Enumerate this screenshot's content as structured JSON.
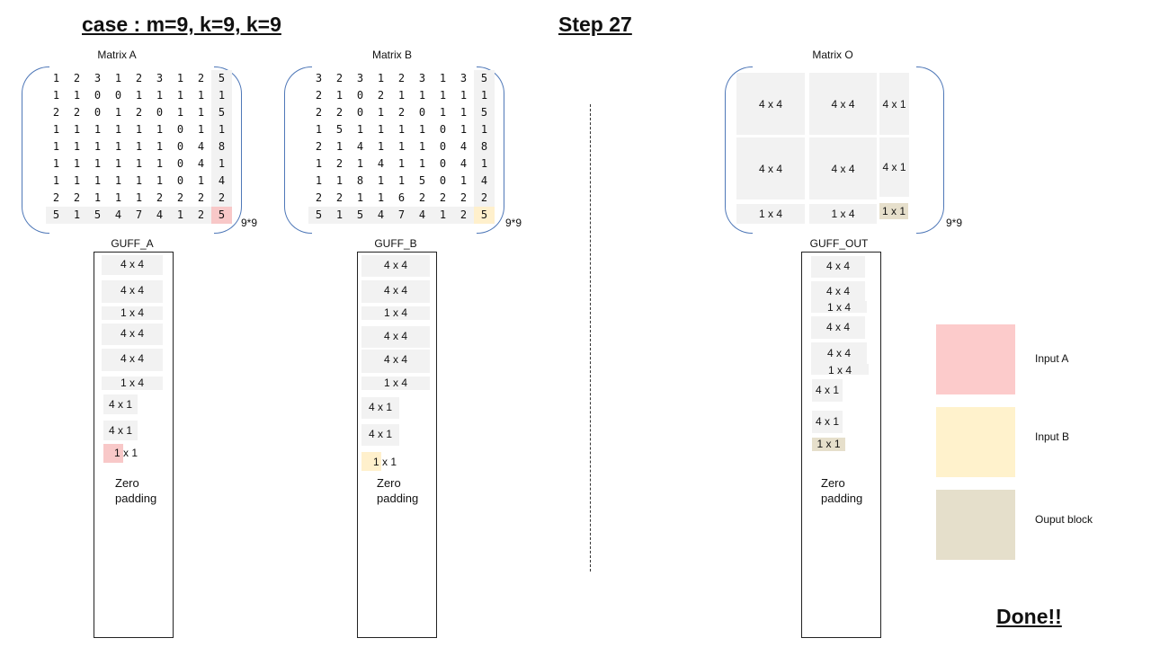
{
  "title_case": "case : m=9, k=9, k=9",
  "title_step": "Step 27",
  "done": "Done!!",
  "matrix_a": {
    "label": "Matrix A",
    "dim": "9*9",
    "rows": [
      [
        "1",
        "2",
        "3",
        "1",
        "2",
        "3",
        "1",
        "2",
        "5"
      ],
      [
        "1",
        "1",
        "0",
        "0",
        "1",
        "1",
        "1",
        "1",
        "1"
      ],
      [
        "2",
        "2",
        "0",
        "1",
        "2",
        "0",
        "1",
        "1",
        "5"
      ],
      [
        "1",
        "1",
        "1",
        "1",
        "1",
        "1",
        "0",
        "1",
        "1"
      ],
      [
        "1",
        "1",
        "1",
        "1",
        "1",
        "1",
        "0",
        "4",
        "8"
      ],
      [
        "1",
        "1",
        "1",
        "1",
        "1",
        "1",
        "0",
        "4",
        "1"
      ],
      [
        "1",
        "1",
        "1",
        "1",
        "1",
        "1",
        "0",
        "1",
        "4"
      ],
      [
        "2",
        "2",
        "1",
        "1",
        "1",
        "2",
        "2",
        "2",
        "2"
      ],
      [
        "5",
        "1",
        "5",
        "4",
        "7",
        "4",
        "1",
        "2",
        "5"
      ]
    ]
  },
  "matrix_b": {
    "label": "Matrix B",
    "dim": "9*9",
    "rows": [
      [
        "3",
        "2",
        "3",
        "1",
        "2",
        "3",
        "1",
        "3",
        "5"
      ],
      [
        "2",
        "1",
        "0",
        "2",
        "1",
        "1",
        "1",
        "1",
        "1"
      ],
      [
        "2",
        "2",
        "0",
        "1",
        "2",
        "0",
        "1",
        "1",
        "5"
      ],
      [
        "1",
        "5",
        "1",
        "1",
        "1",
        "1",
        "0",
        "1",
        "1"
      ],
      [
        "2",
        "1",
        "4",
        "1",
        "1",
        "1",
        "0",
        "4",
        "8"
      ],
      [
        "1",
        "2",
        "1",
        "4",
        "1",
        "1",
        "0",
        "4",
        "1"
      ],
      [
        "1",
        "1",
        "8",
        "1",
        "1",
        "5",
        "0",
        "1",
        "4"
      ],
      [
        "2",
        "2",
        "1",
        "1",
        "6",
        "2",
        "2",
        "2",
        "2"
      ],
      [
        "5",
        "1",
        "5",
        "4",
        "7",
        "4",
        "1",
        "2",
        "5"
      ]
    ]
  },
  "matrix_o": {
    "label": "Matrix O",
    "dim": "9*9",
    "blocks": [
      "4 x 4",
      "4 x 4",
      "4 x 1",
      "4 x 4",
      "4 x 4",
      "4 x 1",
      "1 x 4",
      "1 x 4",
      "1 x 1"
    ]
  },
  "guff_a": {
    "label": "GUFF_A",
    "blocks": [
      "4 x 4",
      "4 x 4",
      "1 x 4",
      "4 x 4",
      "4 x 4",
      "1 x 4",
      "4 x 1",
      "4 x 1",
      "1 x 1"
    ],
    "zero_1": "Zero",
    "zero_2": "padding"
  },
  "guff_b": {
    "label": "GUFF_B",
    "blocks": [
      "4 x 4",
      "4 x 4",
      "1 x 4",
      "4 x 4",
      "4 x 4",
      "1 x 4",
      "4 x 1",
      "4 x 1",
      "1 x 1"
    ],
    "zero_1": "Zero",
    "zero_2": "padding"
  },
  "guff_out": {
    "label": "GUFF_OUT",
    "blocks": [
      "4 x 4",
      "4 x 4",
      "1 x 4",
      "4 x 4",
      "4 x 4",
      "1 x 4",
      "4 x 1",
      "4 x 1",
      "1 x 1"
    ],
    "zero_1": "Zero",
    "zero_2": "padding"
  },
  "legend": {
    "input_a": "Input A",
    "input_b": "Input B",
    "output": "Ouput block"
  },
  "colors": {
    "input_a": "#fccbcb",
    "input_b": "#fff2cc",
    "output_block": "#e5dfcb",
    "bracket": "#4f78b8"
  }
}
